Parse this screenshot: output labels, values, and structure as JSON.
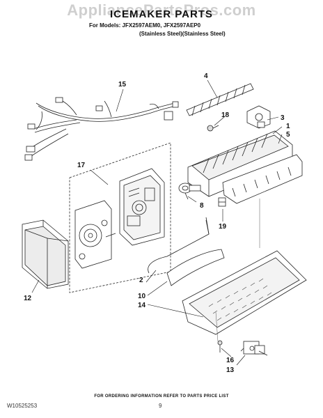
{
  "watermark": "AppliancePartsPros.com",
  "header": {
    "title": "ICEMAKER PARTS",
    "models": "For Models: JFX2597AEM0, JFX2597AEP0",
    "finish": "(Stainless Steel)(Stainless Steel)"
  },
  "callouts": {
    "c1": "1",
    "c2": "2",
    "c3": "3",
    "c4": "4",
    "c5": "5",
    "c8": "8",
    "c10": "10",
    "c12": "12",
    "c13": "13",
    "c14": "14",
    "c15": "15",
    "c16": "16",
    "c17": "17",
    "c18": "18",
    "c19": "19"
  },
  "footer": {
    "ordering_info": "FOR ORDERING INFORMATION REFER TO PARTS PRICE LIST",
    "doc_number": "W10525253",
    "page_number": "9"
  }
}
